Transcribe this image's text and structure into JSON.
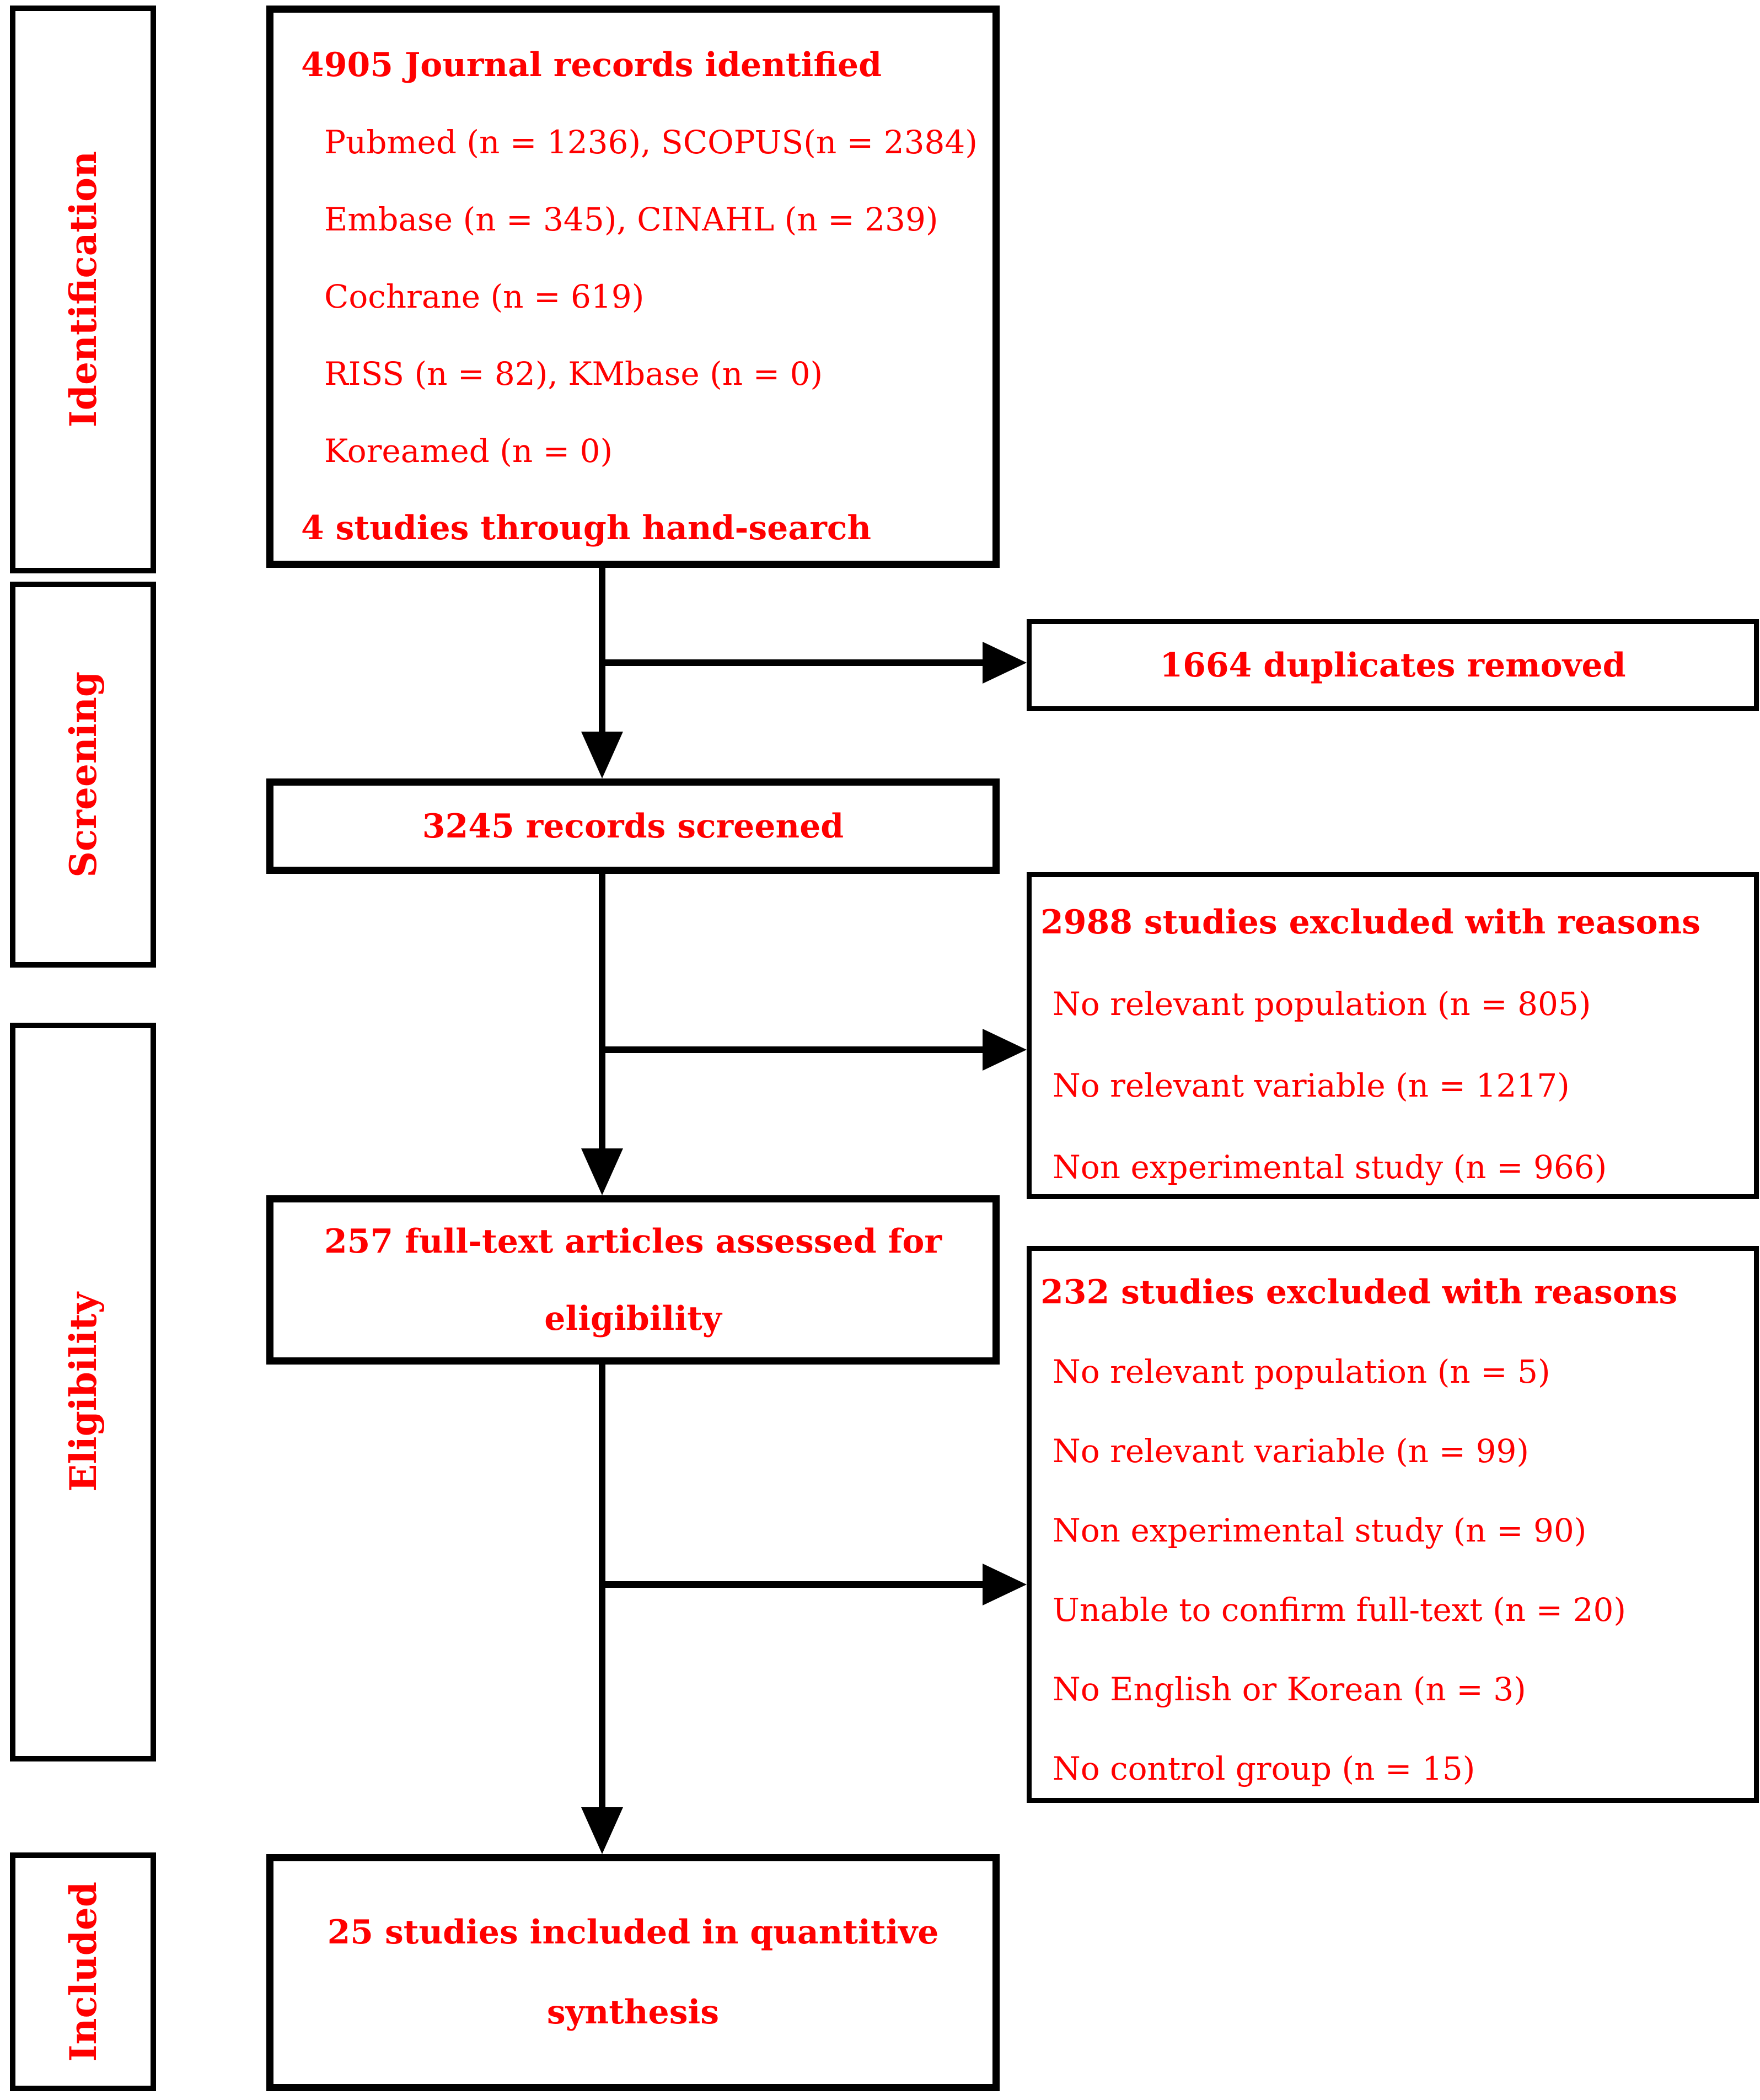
{
  "colors": {
    "text": "#FF0000",
    "line": "#000000",
    "background": "#FFFFFF"
  },
  "stages": [
    {
      "label": "Identification"
    },
    {
      "label": "Screening"
    },
    {
      "label": "Eligibility"
    },
    {
      "label": "Included"
    }
  ],
  "boxes": {
    "identified": {
      "title": "4905 Journal records identified",
      "items": [
        "Pubmed (n = 1236), SCOPUS(n = 2384)",
        "Embase (n = 345), CINAHL (n = 239)",
        "Cochrane (n = 619)",
        "RISS (n = 82), KMbase (n = 0)",
        "Koreamed (n = 0)"
      ],
      "footer": "4 studies through hand-search"
    },
    "duplicates": {
      "title": "1664 duplicates removed"
    },
    "screened": {
      "title": "3245 records screened"
    },
    "excluded_screening": {
      "title": "2988 studies excluded with reasons",
      "items": [
        "No relevant population (n = 805)",
        "No relevant variable (n = 1217)",
        "Non experimental study (n = 966)"
      ]
    },
    "fulltext": {
      "lines": [
        "257 full-text articles assessed for",
        "eligibility"
      ]
    },
    "excluded_eligibility": {
      "title": "232 studies excluded with reasons",
      "items": [
        "No relevant population (n = 5)",
        "No relevant variable (n = 99)",
        "Non experimental study (n = 90)",
        "Unable to confirm full-text (n = 20)",
        "No English or Korean (n = 3)",
        "No control group (n = 15)"
      ]
    },
    "included": {
      "lines": [
        "25 studies included in quantitive",
        "synthesis"
      ]
    }
  }
}
